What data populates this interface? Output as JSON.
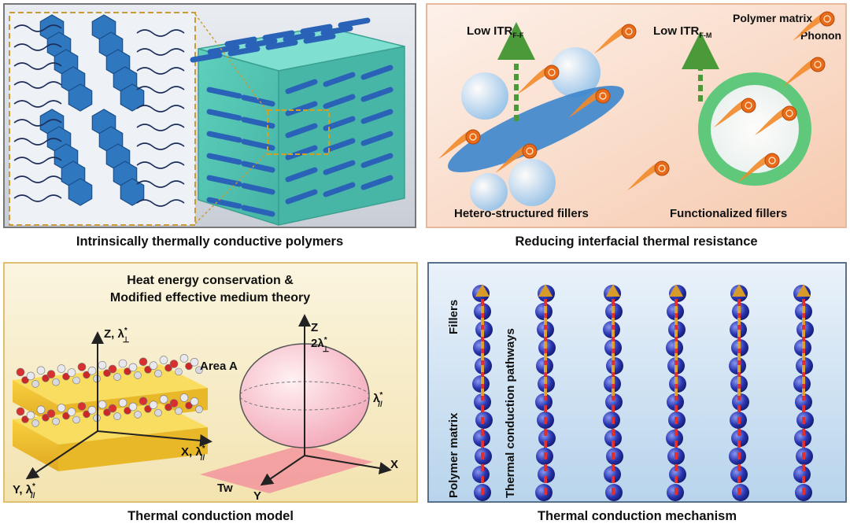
{
  "panels": {
    "top_left": {
      "caption": "Intrinsically thermally conductive polymers"
    },
    "top_right": {
      "caption": "Reducing interfacial thermal resistance",
      "label_itr_ff": "Low ITR",
      "label_itr_ff_sub": "F-F",
      "label_itr_fm": "Low ITR",
      "label_itr_fm_sub": "F-M",
      "label_polymer_matrix": "Polymer matrix",
      "label_phonon": "Phonon",
      "label_hetero": "Hetero-structured fillers",
      "label_functionalized": "Functionalized fillers"
    },
    "bottom_left": {
      "caption": "Thermal conduction model",
      "title_line1": "Heat energy conservation &",
      "title_line2": "Modified effective medium theory",
      "axis_z": "Z, λ",
      "axis_x": "X, λ",
      "axis_y": "Y, λ",
      "axis_z2": "Z",
      "axis_z2_value": "2λ",
      "label_area": "Area A",
      "label_lambda_par": "λ",
      "label_tw": "Tw",
      "axis_x2": "X",
      "axis_y2": "Y",
      "sym_star": "*",
      "sym_perp": "⊥",
      "sym_par": "//"
    },
    "bottom_right": {
      "caption": "Thermal conduction mechanism",
      "label_fillers": "Fillers",
      "label_pathways": "Thermal conduction pathways",
      "label_polymer_matrix": "Polymer matrix"
    }
  },
  "colors": {
    "frame_gray": "#7f7f7f",
    "frame_tan": "#e8b89a",
    "frame_gold": "#e0c070",
    "frame_blue": "#58708c",
    "hex_blue": "#2f78c0",
    "cube_teal": "#5cc8b8",
    "arrow_green": "#4a9a3a",
    "arrow_orange": "#e0a030",
    "path_red": "#e03030",
    "sphere_navy": "#1e2a90"
  }
}
